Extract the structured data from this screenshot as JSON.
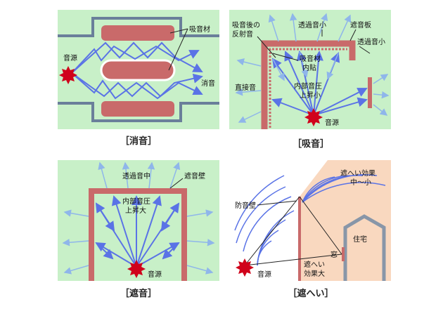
{
  "colors": {
    "panel_bg": "#c8f0c8",
    "absorber": "#c96a6a",
    "duct": "#6a7f9a",
    "ray": "#5a73e6",
    "source": "#d0021b",
    "zone": "#f9d8bf"
  },
  "panel1": {
    "caption": "［消音］",
    "label_absorber": "吸音材",
    "label_source": "音源",
    "label_muffled": "消音"
  },
  "panel2": {
    "caption": "［吸音］",
    "label_reflect_1": "吸音後の",
    "label_reflect_2": "反射音",
    "label_transmit": "透過音小",
    "label_shield": "遮音板",
    "label_transmit2": "透過音小",
    "label_absorber_1": "吸音材",
    "label_absorber_2": "内貼",
    "label_direct": "直接音",
    "label_pressure_1": "内部音圧",
    "label_pressure_2": "上昇小",
    "label_source": "音源"
  },
  "panel3": {
    "caption": "［遮音］",
    "label_transmit": "透過音中",
    "label_wall": "遮音壁",
    "label_pressure_1": "内部音圧",
    "label_pressure_2": "上昇大",
    "label_source": "音源"
  },
  "panel4": {
    "caption": "［遮へい］",
    "label_effect_1": "遮へい効果",
    "label_effect_2": "中～小",
    "label_wall": "防音壁",
    "label_house": "住宅",
    "label_window": "窓",
    "label_effect_big_1": "遮へい",
    "label_effect_big_2": "効果大",
    "label_source": "音源"
  }
}
